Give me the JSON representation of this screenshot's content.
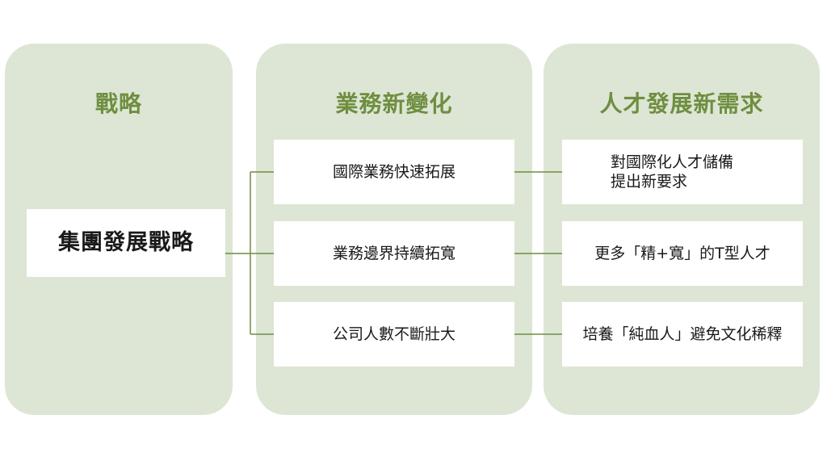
{
  "columns": {
    "strategy": {
      "title": "戰略",
      "item": "集團發展戰略"
    },
    "business": {
      "title": "業務新變化",
      "items": [
        "國際業務快速拓展",
        "業務邊界持續拓寬",
        "公司人數不斷壯大"
      ]
    },
    "talent": {
      "title": "人才發展新需求",
      "items": [
        {
          "lines": [
            "對國際化人才儲備",
            "提出新要求"
          ]
        },
        {
          "lines": [
            "更多「精+寬」的T型人才"
          ]
        },
        {
          "lines": [
            "培養「純血人」避免文化稀釋"
          ]
        }
      ]
    }
  },
  "colors": {
    "panel_bg": "#dde6d4",
    "title_text": "#6f8e41",
    "connector": "#6f8e41",
    "box_bg": "#ffffff",
    "box_text": "#1a1a1a"
  }
}
